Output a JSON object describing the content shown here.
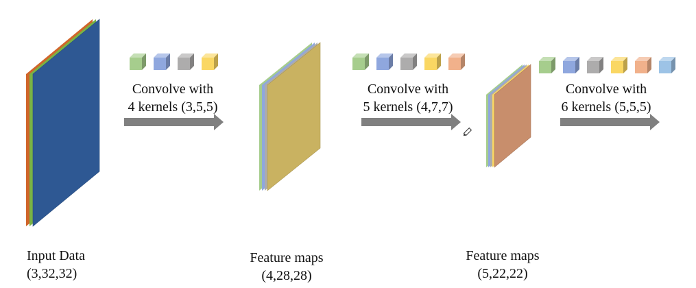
{
  "colors": {
    "background": "#ffffff",
    "text": "#111111",
    "arrow": "#808080"
  },
  "input": {
    "name": "Input Data",
    "dims": "(3,32,32)",
    "layer_colors": [
      "#D0652A",
      "#79B345",
      "#2E5893"
    ]
  },
  "stage1": {
    "caption_line1": "Convolve with",
    "caption_line2": "4 kernels (3,5,5)",
    "kernel_colors": [
      "#A6CD8D",
      "#8FA7DE",
      "#ADACAC",
      "#FAD763"
    ]
  },
  "map1": {
    "name": "Feature maps",
    "dims": "(4,28,28)",
    "layer_colors": [
      "#A6CD8D",
      "#8FA7DE",
      "#ADACAC",
      "#C9B261"
    ]
  },
  "stage2": {
    "caption_line1": "Convolve with",
    "caption_line2": "5 kernels (4,7,7)",
    "kernel_colors": [
      "#A6CD8D",
      "#8FA7DE",
      "#ADACAC",
      "#FAD763",
      "#F1B18B"
    ]
  },
  "map2": {
    "name": "Feature maps",
    "dims": "(5,22,22)",
    "layer_colors": [
      "#A6CD8D",
      "#8FA7DE",
      "#ADACAC",
      "#FAD763",
      "#C88E6C"
    ]
  },
  "stage3": {
    "caption_line1": "Convolve with",
    "caption_line2": "6 kernels (5,5,5)",
    "kernel_colors": [
      "#A6CD8D",
      "#8FA7DE",
      "#ADACAC",
      "#FAD763",
      "#F1B18B",
      "#9DC3E6"
    ]
  }
}
